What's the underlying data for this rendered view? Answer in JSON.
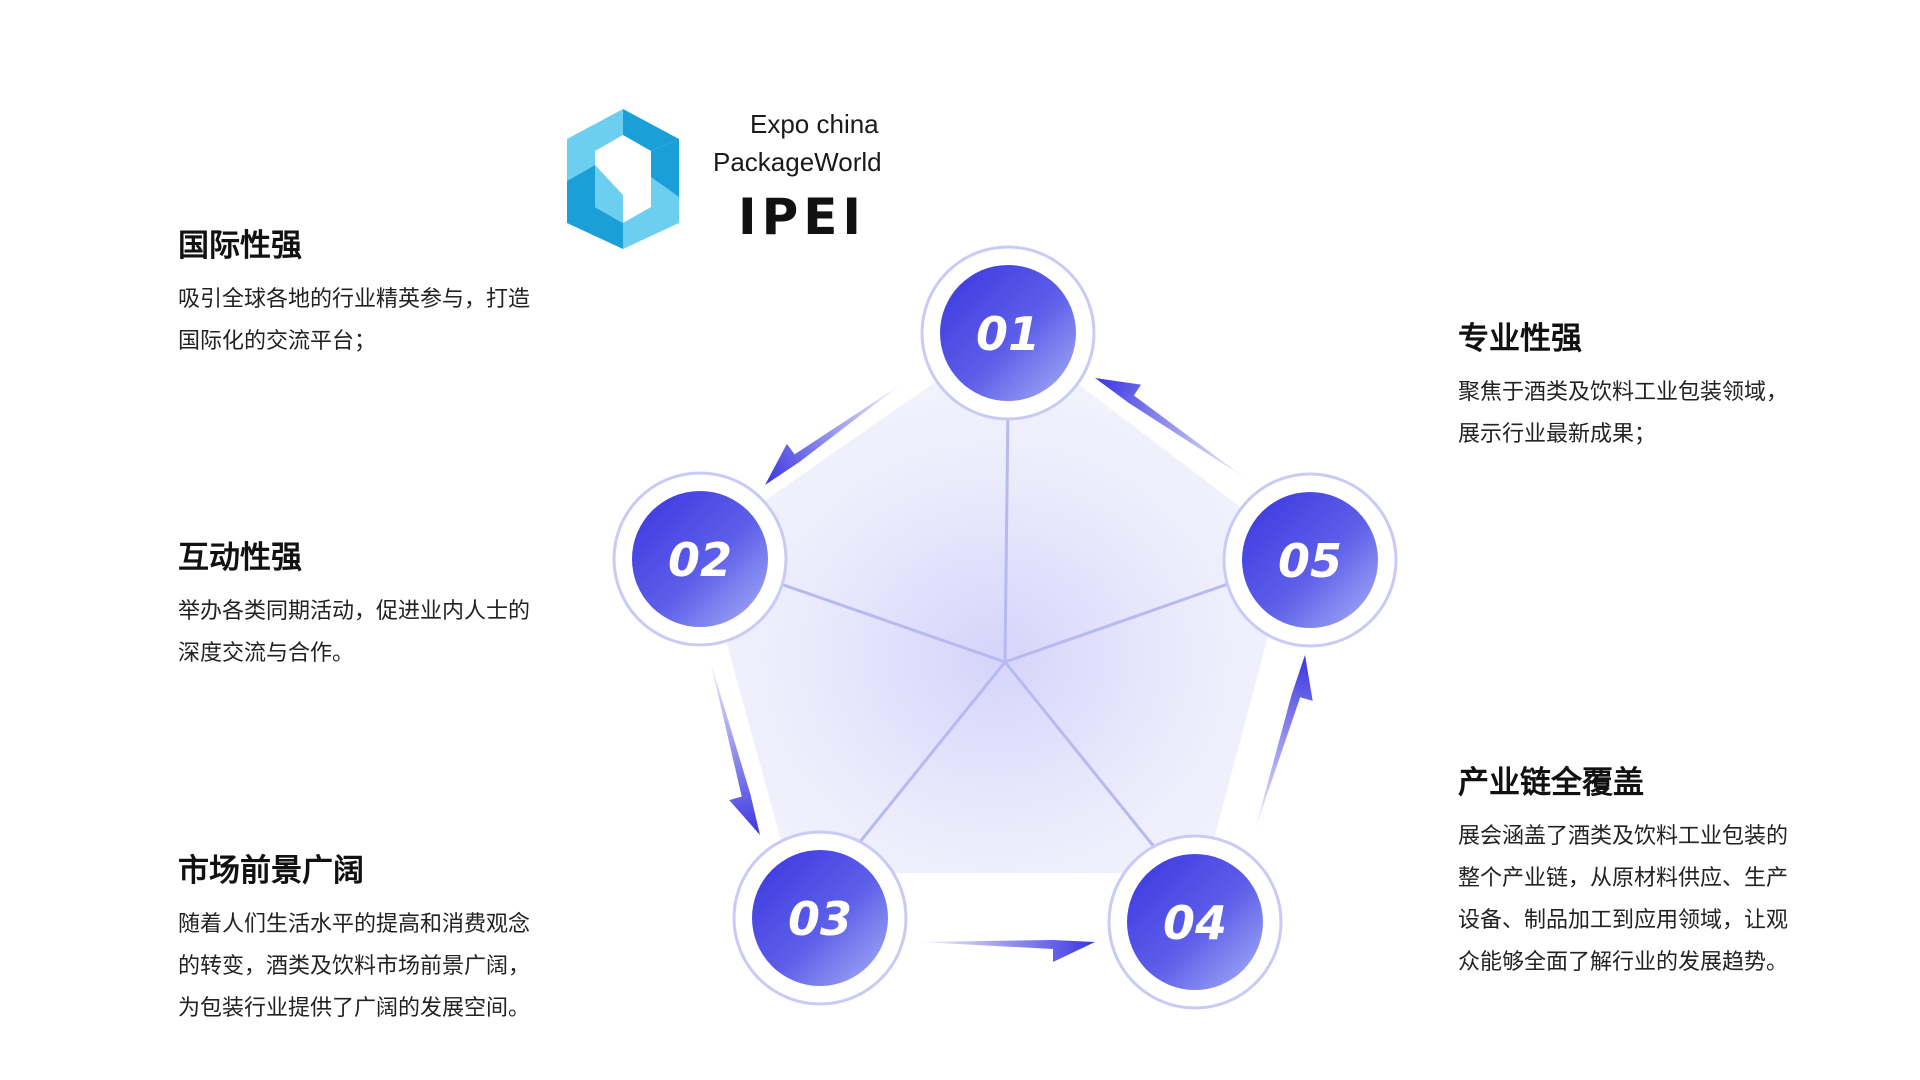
{
  "logo": {
    "line1": "Expo china",
    "line2": "PackageWorld",
    "mark": "IPEI",
    "icon": "hexagon-cube-logo-icon"
  },
  "features": [
    {
      "title": "国际性强",
      "desc": "吸引全球各地的行业精英参与，打造国际化的交流平台；"
    },
    {
      "title": "互动性强",
      "desc": "举办各类同期活动，促进业内人士的深度交流与合作。"
    },
    {
      "title": "市场前景广阔",
      "desc": "随着人们生活水平的提高和消费观念的转变，酒类及饮料市场前景广阔，为包装行业提供了广阔的发展空间。"
    },
    {
      "title": "专业性强",
      "desc": "聚焦于酒类及饮料工业包装领域，展示行业最新成果；"
    },
    {
      "title": "产业链全覆盖",
      "desc": "展会涵盖了酒类及饮料工业包装的整个产业链，从原材料供应、生产设备、制品加工到应用领域，让观众能够全面了解行业的发展趋势。"
    }
  ],
  "nodes": [
    "01",
    "02",
    "03",
    "04",
    "05"
  ],
  "colors": {
    "node_dark": "#3a35e0",
    "node_light": "#8f99f5",
    "ring": "#c9caf6",
    "spoke": "#b7b9f1",
    "arrow": "#3a35e0",
    "logo_light": "#6dcff0",
    "logo_dark": "#1a9fd9"
  }
}
